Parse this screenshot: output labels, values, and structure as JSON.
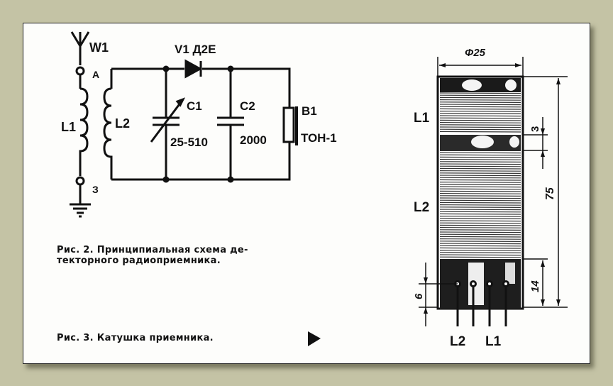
{
  "schematic": {
    "antenna": "W1",
    "diode": "V1 Д2Е",
    "c1": "C1",
    "c1_value": "25-510",
    "c2": "C2",
    "c2_value": "2000",
    "phones": "B1",
    "phones_type": "ТОН-1",
    "l1": "L1",
    "l2": "L2",
    "term_a": "А",
    "term_z": "З"
  },
  "coil": {
    "diameter": "Φ25",
    "length": "75",
    "gap": "3",
    "bottom": "14",
    "pin_offset": "6",
    "l1": "L1",
    "l2": "L2",
    "pins_l2": "L2",
    "pins_l1": "L1"
  },
  "captions": {
    "fig2_line1": "Рис. 2. Принципиальная схема де-",
    "fig2_line2": "текторного радиоприемника.",
    "fig3": "Рис. 3. Катушка приемника."
  }
}
